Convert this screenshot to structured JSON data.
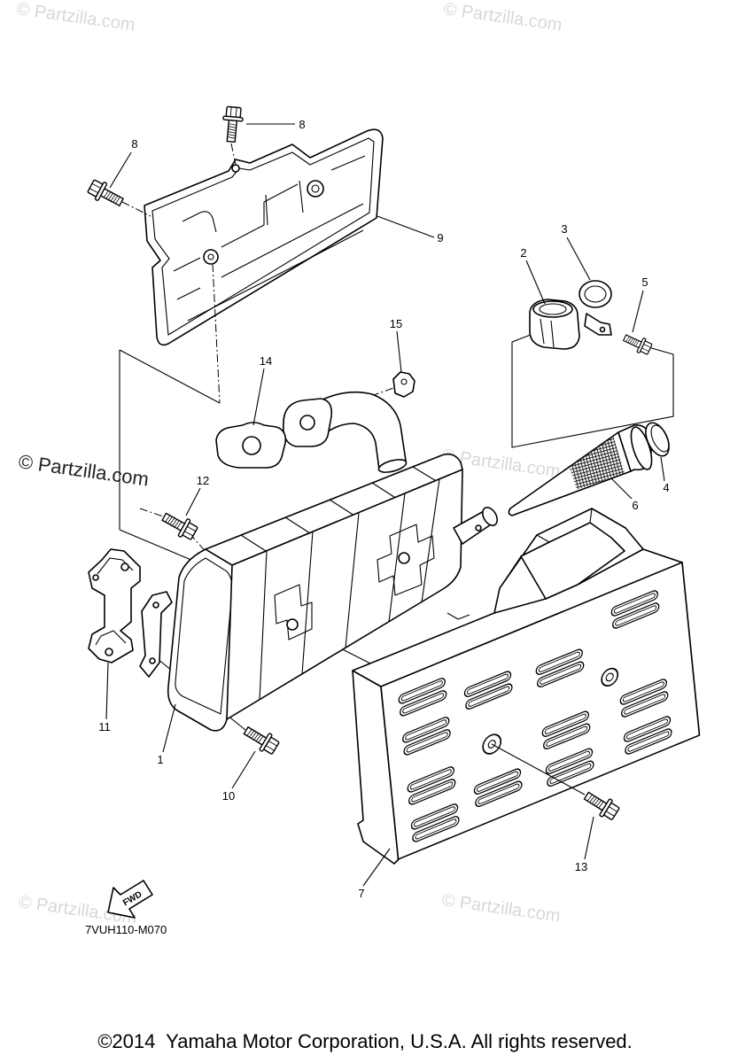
{
  "watermark": "© Partzilla.com",
  "diagram": {
    "callouts": [
      "8",
      "8",
      "9",
      "2",
      "3",
      "5",
      "15",
      "14",
      "12",
      "4",
      "6",
      "11",
      "1",
      "10",
      "13",
      "7"
    ],
    "code": "7VUH110-M070",
    "fwd_label": "FWD"
  },
  "copyright": "©2014  Yamaha Motor Corporation, U.S.A. All rights reserved."
}
